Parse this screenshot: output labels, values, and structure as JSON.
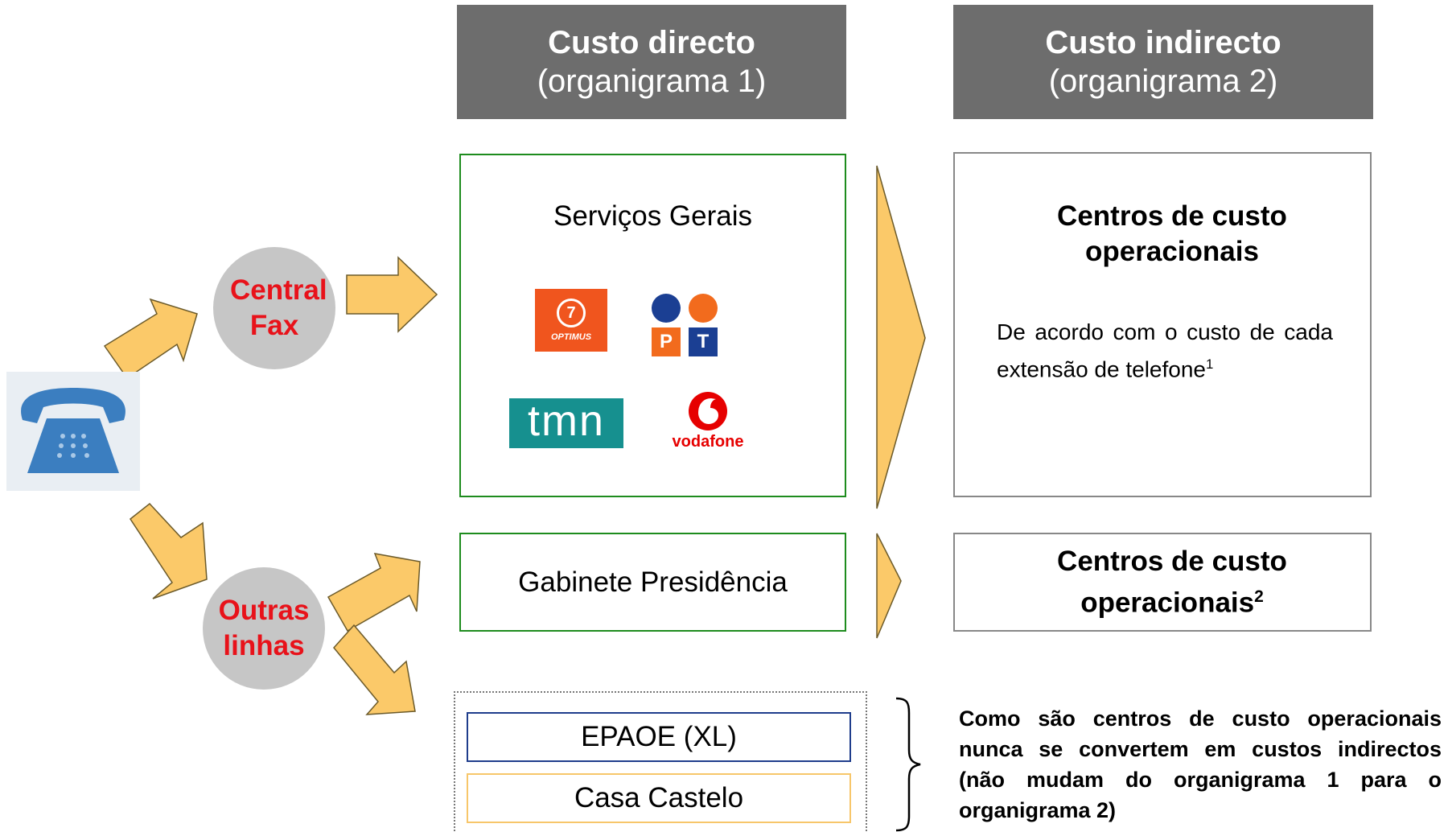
{
  "headers": {
    "direct_title": "Custo directo",
    "direct_sub": "(organigrama 1)",
    "indirect_title": "Custo indirecto",
    "indirect_sub": "(organigrama 2)"
  },
  "nodes": {
    "central_fax": "Central Fax",
    "outras_linhas": "Outras linhas"
  },
  "direct": {
    "servicos_gerais": "Serviços Gerais",
    "gabinete": "Gabinete Presidência",
    "epaoe": "EPAOE (XL)",
    "casa_castelo": "Casa Castelo"
  },
  "logos": {
    "optimus": "OPTIMUS",
    "pt_p": "P",
    "pt_t": "T",
    "tmn": "tmn",
    "vodafone": "vodafone"
  },
  "indirect": {
    "centros_title": "Centros de custo operacionais",
    "centros_desc": "De acordo com o custo de cada extensão de telefone",
    "centros_desc_note": "1",
    "centros2_title": "Centros de custo operacionais",
    "centros2_note": "2"
  },
  "note": "Como são centros de custo operacionais nunca se convertem em custos indirectos (não mudam do organigrama 1 para o organigrama 2)",
  "colors": {
    "header_bg": "#6d6d6d",
    "arrow_fill": "#fbc969",
    "green_border": "#1e8c1e",
    "red_text": "#e8121a",
    "epaoe_border": "#1f3d8c",
    "casa_border": "#f7c66a"
  }
}
